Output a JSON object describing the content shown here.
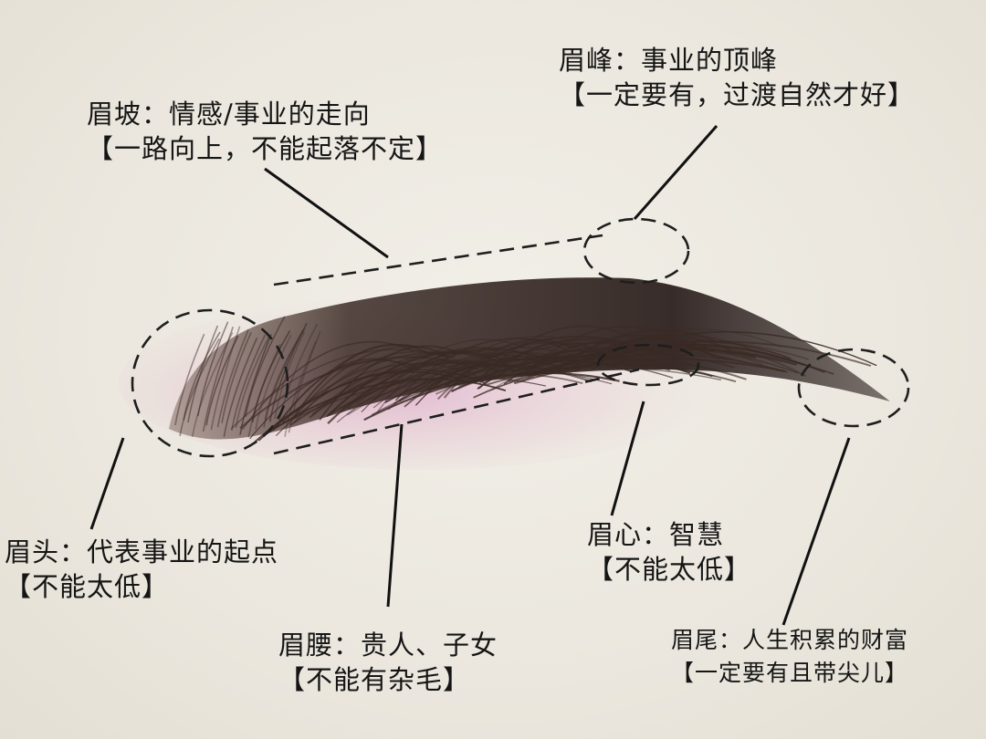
{
  "labels": {
    "meifeng": {
      "title": "眉峰：事业的顶峰",
      "note": "【一定要有，过渡自然才好】"
    },
    "meipo": {
      "title": "眉坡：情感/事业的走向",
      "note": "【一路向上，不能起落不定】"
    },
    "meitou": {
      "title": "眉头：代表事业的起点",
      "note": "【不能太低】"
    },
    "meiyao": {
      "title": "眉腰：贵人、子女",
      "note": "【不能有杂毛】"
    },
    "meixin": {
      "title": "眉心：智慧",
      "note": "【不能太低】"
    },
    "meiwei": {
      "title": "眉尾：人生积累的财富",
      "note": "【一定要有且带尖儿】"
    }
  },
  "colors": {
    "background": "#ede8dd",
    "brow_hair": "#3a2a24",
    "brow_skin_tint": "#c98fb0",
    "ink": "#151515"
  }
}
